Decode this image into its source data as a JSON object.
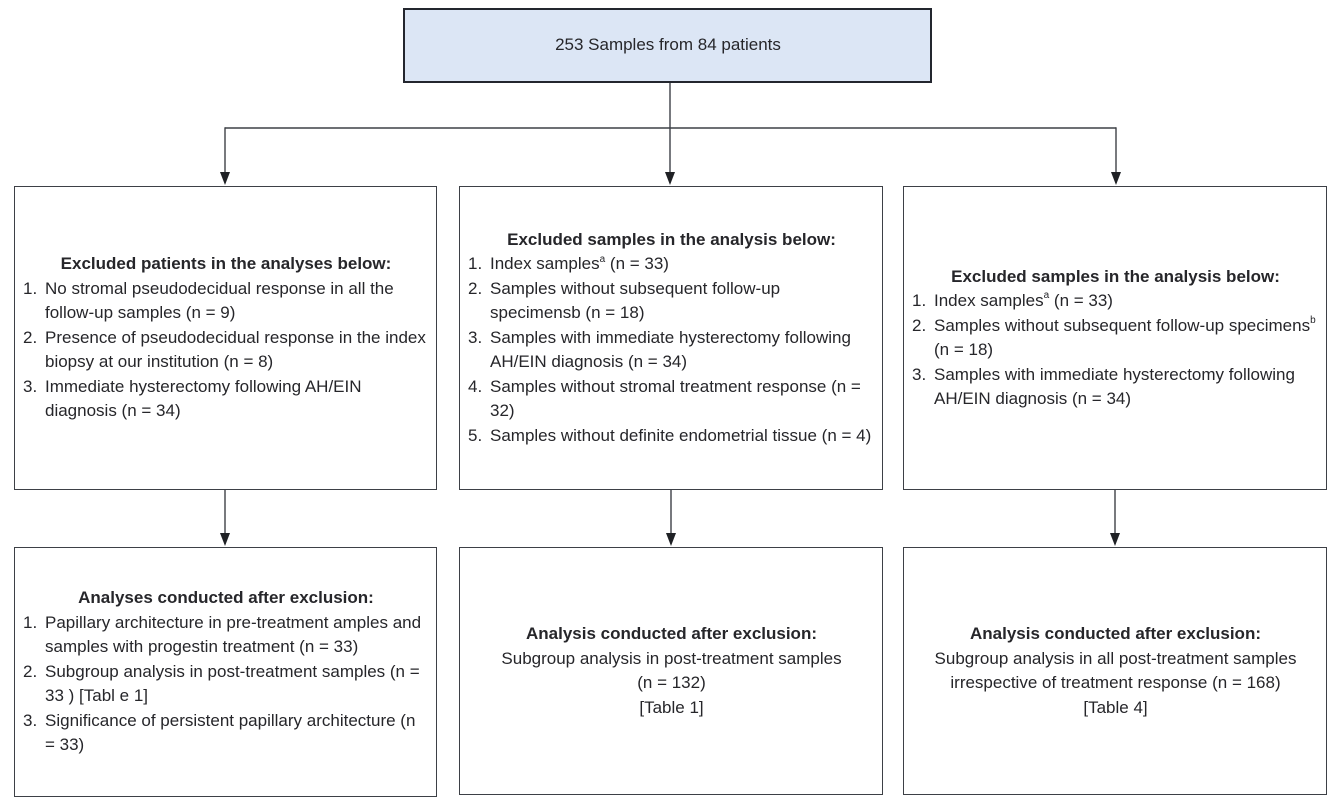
{
  "colors": {
    "root_fill": "#dce6f5",
    "root_border": "#23262e",
    "box_border": "#3d4046",
    "line": "#3d4046",
    "arrow": "#1f2125",
    "text": "#26262a"
  },
  "root_box": {
    "label": "253 Samples from 84 patients"
  },
  "boxes": {
    "excluded_patients": {
      "title": "Excluded patients in the analyses below:",
      "items": [
        {
          "num": "1.",
          "pre": "No stromal pseudodecidual response in all the follow-up samples (n = 9)",
          "sup": "",
          "post": ""
        },
        {
          "num": "2.",
          "pre": "Presence of pseudodecidual response in the index biopsy at our institution (n = 8)",
          "sup": "",
          "post": ""
        },
        {
          "num": "3.",
          "pre": "Immediate hysterectomy following AH/EIN diagnosis (n = 34)",
          "sup": "",
          "post": ""
        }
      ]
    },
    "excluded_samples_mid": {
      "title": "Excluded samples in the analysis below:",
      "items": [
        {
          "num": "1.",
          "pre": "Index samples",
          "sup": "a",
          "post": " (n = 33)"
        },
        {
          "num": "2.",
          "pre": "Samples without subsequent follow-up specimensb (n = 18)",
          "sup": "",
          "post": ""
        },
        {
          "num": "3.",
          "pre": "Samples with immediate hysterectomy following AH/EIN diagnosis (n = 34)",
          "sup": "",
          "post": ""
        },
        {
          "num": "4.",
          "pre": "Samples without stromal treatment response (n = 32)",
          "sup": "",
          "post": ""
        },
        {
          "num": "5.",
          "pre": "Samples without definite endometrial tissue (n = 4)",
          "sup": "",
          "post": ""
        }
      ]
    },
    "excluded_samples_right": {
      "title": "Excluded samples in the analysis below:",
      "items": [
        {
          "num": "1.",
          "pre": "Index samples",
          "sup": "a",
          "post": " (n = 33)"
        },
        {
          "num": "2.",
          "pre": "Samples without subsequent follow-up specimens",
          "sup": "b",
          "post": " (n = 18)"
        },
        {
          "num": "3.",
          "pre": "Samples with immediate hysterectomy following AH/EIN diagnosis (n = 34)",
          "sup": "",
          "post": ""
        }
      ]
    },
    "analyses_left": {
      "title": "Analyses conducted after exclusion:",
      "items": [
        {
          "num": "1.",
          "pre": "Papillary architecture in pre-treatment amples and samples with progestin treatment (n = 33)",
          "sup": "",
          "post": ""
        },
        {
          "num": "2.",
          "pre": "Subgroup analysis in post-treatment samples (n = 33 ) [Tabl e 1]",
          "sup": "",
          "post": ""
        },
        {
          "num": "3.",
          "pre": "Significance of persistent papillary architecture (n = 33)",
          "sup": "",
          "post": ""
        }
      ]
    },
    "analysis_mid": {
      "title": "Analysis conducted after exclusion:",
      "lines": {
        "0": "Subgroup analysis in post-treatment samples",
        "1": "(n = 132)",
        "2": "[Table 1]"
      }
    },
    "analysis_right": {
      "title": "Analysis conducted after exclusion:",
      "lines": {
        "0": "Subgroup analysis in all post-treatment samples",
        "1": "irrespective of treatment response (n = 168)",
        "2": "[Table 4]"
      }
    }
  }
}
